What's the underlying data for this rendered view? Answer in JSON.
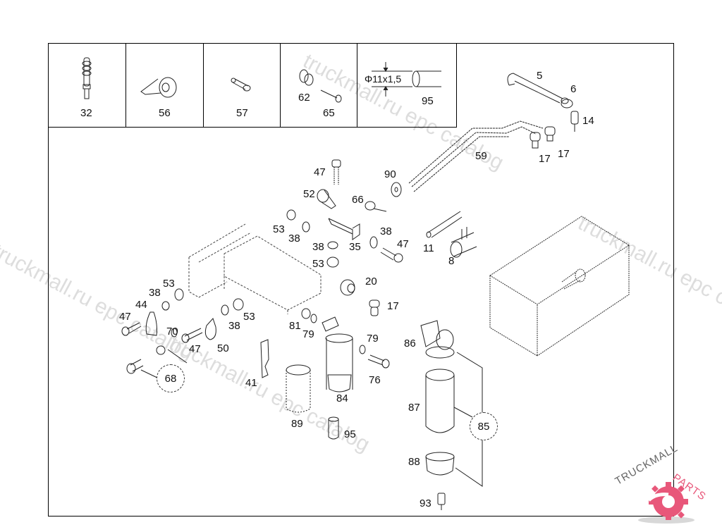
{
  "header_cells": [
    {
      "part": "32"
    },
    {
      "part": "56"
    },
    {
      "part": "57"
    },
    {
      "parts": [
        "62",
        "65"
      ]
    },
    {
      "part": "95",
      "dimension": "Φ11x1,5"
    }
  ],
  "callouts": {
    "c5": "5",
    "c6": "6",
    "c14": "14",
    "c17a": "17",
    "c17b": "17",
    "c59": "59",
    "c47a": "47",
    "c90": "90",
    "c52": "52",
    "c66": "66",
    "c53a": "53",
    "c38a": "38",
    "c38b": "38",
    "c35": "35",
    "c38c": "38",
    "c47b": "47",
    "c11": "11",
    "c8": "8",
    "c53b": "53",
    "c53c": "53",
    "c38d": "38",
    "c44": "44",
    "c47c": "47",
    "c70": "70",
    "c38e": "38",
    "c53d": "53",
    "c47d": "47",
    "c50": "50",
    "c20": "20",
    "c17c": "17",
    "c81": "81",
    "c79a": "79",
    "c79b": "79",
    "c86": "86",
    "c76": "76",
    "c41": "41",
    "c84": "84",
    "c87": "87",
    "c89": "89",
    "c95b": "95",
    "c88": "88",
    "c93": "93"
  },
  "groups": {
    "g68": "68",
    "g85": "85"
  },
  "watermark": {
    "text_a": "truckmall.ru epc catalog",
    "text_b": "truckmall.ru epc catalog"
  },
  "logo": {
    "left": "TRUCKMALL",
    "right": "PARTS",
    "accent": "#e8577a"
  }
}
